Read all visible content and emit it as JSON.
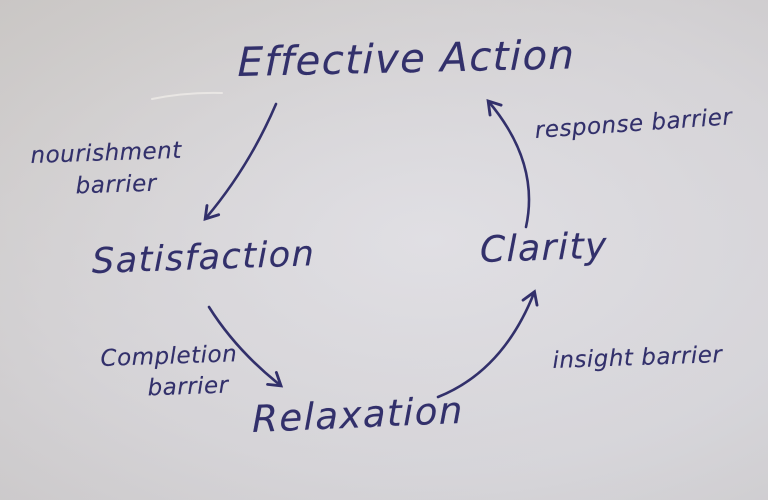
{
  "diagram": {
    "type": "hand-drawn-cycle",
    "colors": {
      "ink": "#32306b",
      "paper": "#d3d1d4"
    },
    "nodes": {
      "effective_action": "Effective Action",
      "satisfaction": "Satisfaction",
      "relaxation": "Relaxation",
      "clarity": "Clarity"
    },
    "barriers": {
      "nourishment": {
        "line1": "nourishment",
        "line2": "barrier"
      },
      "completion": {
        "line1": "Completion",
        "line2": "barrier"
      },
      "insight": {
        "label": "insight barrier"
      },
      "response": {
        "label": "response barrier"
      }
    },
    "cycle_edges": [
      {
        "from": "Effective Action",
        "to": "Satisfaction",
        "barrier": "nourishment barrier"
      },
      {
        "from": "Satisfaction",
        "to": "Relaxation",
        "barrier": "Completion barrier"
      },
      {
        "from": "Relaxation",
        "to": "Clarity",
        "barrier": "insight barrier"
      },
      {
        "from": "Clarity",
        "to": "Effective Action",
        "barrier": "response barrier"
      }
    ]
  }
}
